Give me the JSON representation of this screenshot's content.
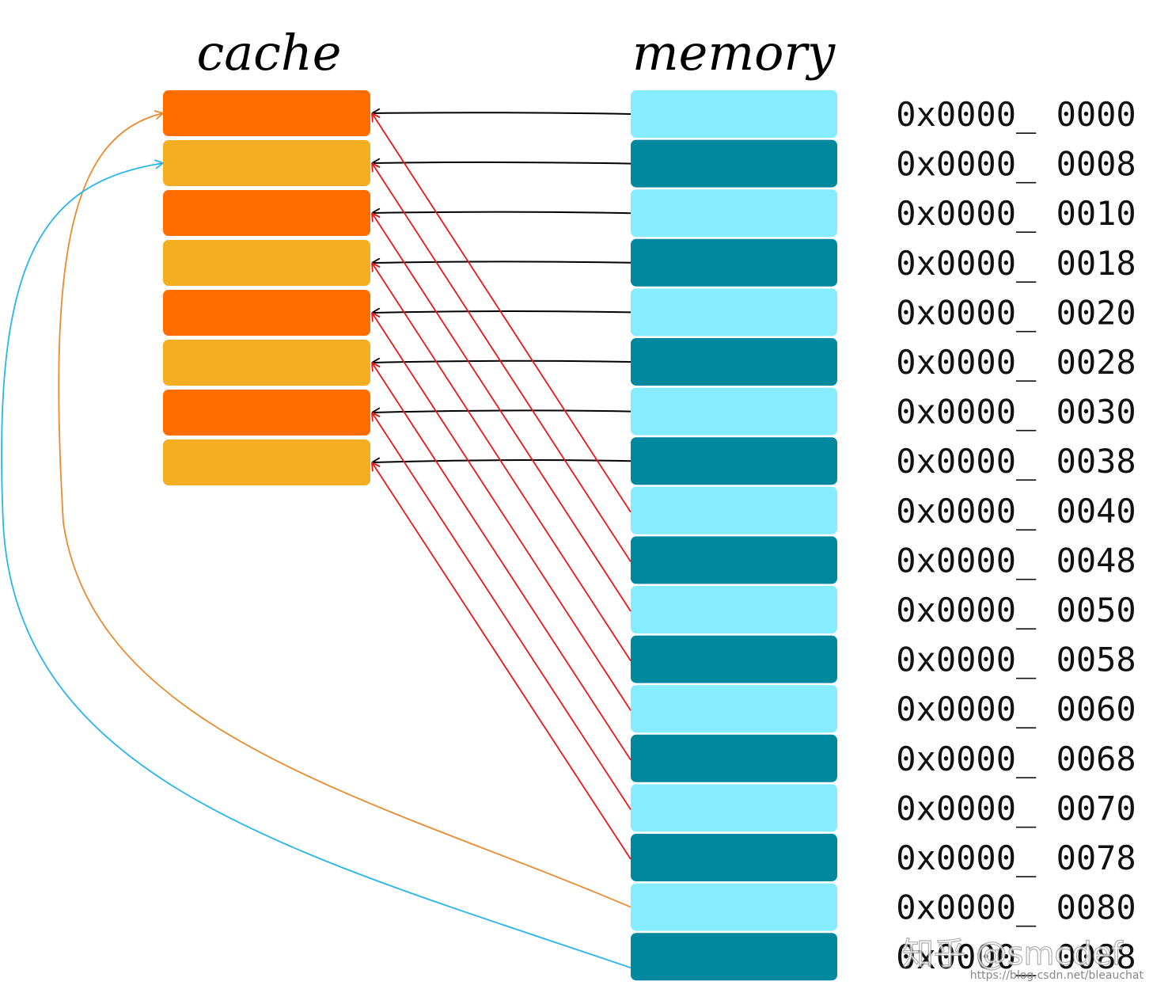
{
  "titles": {
    "cache": "cache",
    "memory": "memory"
  },
  "colors": {
    "cache_a": "#ff6d00",
    "cache_b": "#f5ad22",
    "mem_light": "#86ecff",
    "mem_dark": "#00889f",
    "arrow_black": "#000000",
    "arrow_red": "#e8181a",
    "arrow_orange": "#ea8a2e",
    "arrow_blue": "#2ab5ea"
  },
  "cache_line_count": 8,
  "memory_addresses": [
    "0x0000_ 0000",
    "0x0000_ 0008",
    "0x0000_ 0010",
    "0x0000_ 0018",
    "0x0000_ 0020",
    "0x0000_ 0028",
    "0x0000_ 0030",
    "0x0000_ 0038",
    "0x0000_ 0040",
    "0x0000_ 0048",
    "0x0000_ 0050",
    "0x0000_ 0058",
    "0x0000_ 0060",
    "0x0000_ 0068",
    "0x0000_ 0070",
    "0x0000_ 0078",
    "0x0000_ 0080",
    "0x0000_ 0088"
  ],
  "mappings": [
    {
      "from": 0,
      "to": 0,
      "color": "black"
    },
    {
      "from": 1,
      "to": 1,
      "color": "black"
    },
    {
      "from": 2,
      "to": 2,
      "color": "black"
    },
    {
      "from": 3,
      "to": 3,
      "color": "black"
    },
    {
      "from": 4,
      "to": 4,
      "color": "black"
    },
    {
      "from": 5,
      "to": 5,
      "color": "black"
    },
    {
      "from": 6,
      "to": 6,
      "color": "black"
    },
    {
      "from": 7,
      "to": 7,
      "color": "black"
    },
    {
      "from": 8,
      "to": 0,
      "color": "red"
    },
    {
      "from": 9,
      "to": 1,
      "color": "red"
    },
    {
      "from": 10,
      "to": 2,
      "color": "red"
    },
    {
      "from": 11,
      "to": 3,
      "color": "red"
    },
    {
      "from": 12,
      "to": 4,
      "color": "red"
    },
    {
      "from": 13,
      "to": 5,
      "color": "red"
    },
    {
      "from": 14,
      "to": 6,
      "color": "red"
    },
    {
      "from": 15,
      "to": 7,
      "color": "red"
    },
    {
      "from": 16,
      "to": 0,
      "color": "orange"
    },
    {
      "from": 17,
      "to": 1,
      "color": "blue"
    }
  ],
  "watermark": {
    "text": "知乎 @smcdef",
    "url": "https://blog.csdn.net/bleauchat"
  }
}
